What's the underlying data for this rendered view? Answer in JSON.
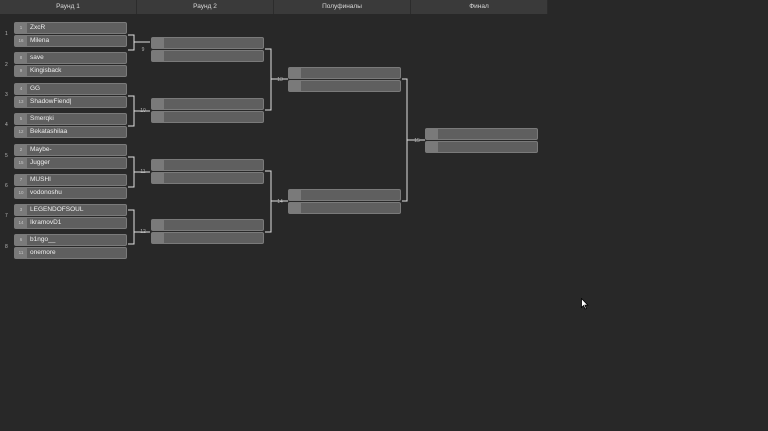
{
  "headers": [
    "Раунд 1",
    "Раунд 2",
    "Полуфиналы",
    "Финал"
  ],
  "positions": [
    "1",
    "2",
    "3",
    "4",
    "5",
    "6",
    "7",
    "8"
  ],
  "round1": [
    {
      "top": {
        "seed": "1",
        "name": "ZxcR"
      },
      "bottom": {
        "seed": "16",
        "name": "Milena"
      }
    },
    {
      "top": {
        "seed": "8",
        "name": "save"
      },
      "bottom": {
        "seed": "9",
        "name": "Kingisback"
      }
    },
    {
      "top": {
        "seed": "4",
        "name": "GG"
      },
      "bottom": {
        "seed": "13",
        "name": "ShadowFiend|"
      }
    },
    {
      "top": {
        "seed": "5",
        "name": "Smerqki"
      },
      "bottom": {
        "seed": "12",
        "name": "Bekatashilaa"
      }
    },
    {
      "top": {
        "seed": "2",
        "name": "Maybe-"
      },
      "bottom": {
        "seed": "15",
        "name": "Jugger"
      }
    },
    {
      "top": {
        "seed": "7",
        "name": "MUSHI"
      },
      "bottom": {
        "seed": "10",
        "name": "vodonoshu"
      }
    },
    {
      "top": {
        "seed": "3",
        "name": "LEGENDOFSOUL"
      },
      "bottom": {
        "seed": "14",
        "name": "IkramovD1"
      }
    },
    {
      "top": {
        "seed": "6",
        "name": "b1ngo__"
      },
      "bottom": {
        "seed": "11",
        "name": "onemore"
      }
    }
  ],
  "match_numbers": {
    "round2": [
      "9",
      "10",
      "11",
      "12"
    ],
    "semis": [
      "13",
      "14"
    ],
    "final": [
      "15"
    ]
  },
  "colors": {
    "background": "#282828",
    "header": "#3a3a3a",
    "slot": "#5f5f5f",
    "seed": "#7a7a7a",
    "line": "#e0e0e0"
  }
}
